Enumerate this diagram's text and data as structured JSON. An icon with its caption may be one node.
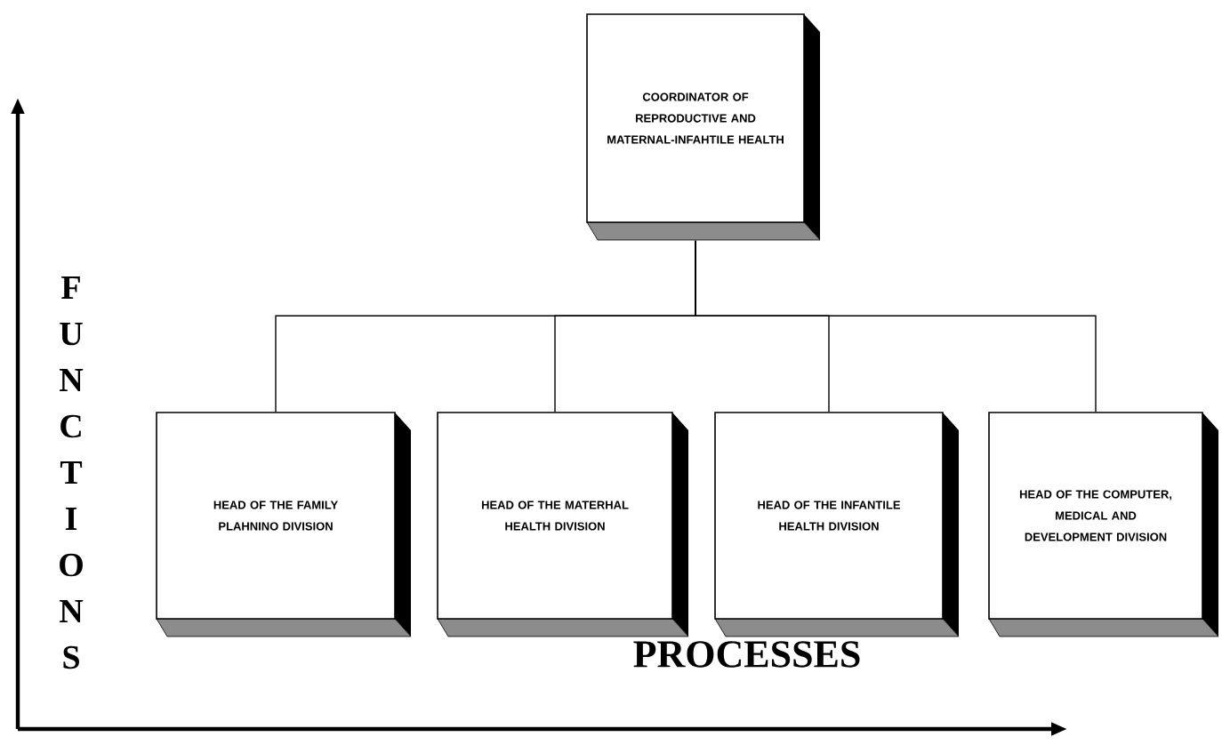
{
  "diagram": {
    "nodes": [
      {
        "text": [
          "COORDINATOR OF REPRODUCTIVE AND MATERNAL-INFAHTILE HEALTH"
        ]
      },
      {
        "text": [
          "HEAD OF THE FAMILY PLAHNINO DIVISION"
        ]
      },
      {
        "text": [
          "HEAD OF THE MATERHAL HEALTH DIVISION"
        ]
      },
      {
        "text": [
          "HEAD OF THE INFANTILE HEALTH DIVISION"
        ]
      },
      {
        "text": [
          "HEAD OF THE COMPUTER, MEDICAL AND DEVELOPMENT DIVISION"
        ]
      }
    ],
    "edges": [
      {
        "from": 0,
        "to": 1,
        "arrow": "none"
      },
      {
        "from": 0,
        "to": 2,
        "arrow": "none"
      },
      {
        "from": 0,
        "to": 3,
        "arrow": "none"
      },
      {
        "from": 0,
        "to": 4,
        "arrow": "none"
      }
    ],
    "labels": [
      "FUNCTIONS",
      "PROCESSES"
    ]
  }
}
